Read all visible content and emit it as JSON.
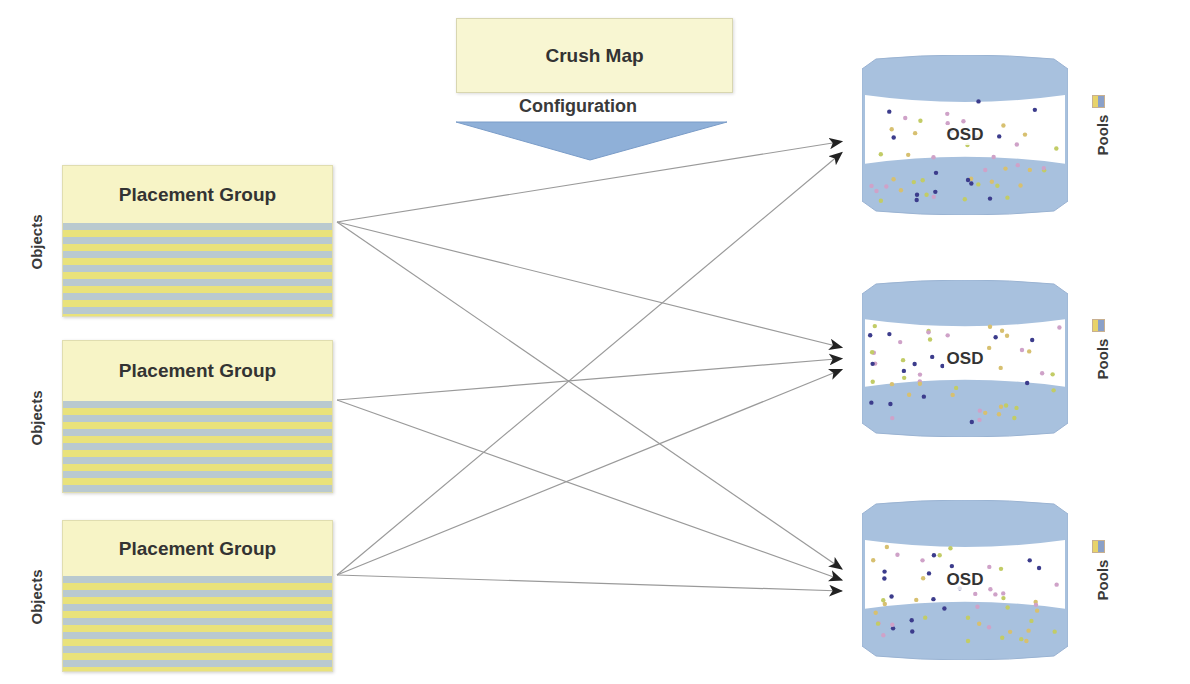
{
  "diagram": {
    "nodes": [
      {
        "text": [
          "Crush Map"
        ]
      },
      {
        "text": [
          "Placement Group",
          "Objects"
        ]
      },
      {
        "text": [
          "Placement Group",
          "Objects"
        ]
      },
      {
        "text": [
          "Placement Group",
          "Objects"
        ]
      },
      {
        "text": [
          "OSD",
          "Pools"
        ]
      },
      {
        "text": [
          "OSD",
          "Pools"
        ]
      },
      {
        "text": [
          "OSD",
          "Pools"
        ]
      }
    ],
    "edges": [
      {
        "from": 1,
        "to": 4,
        "arrow": "to"
      },
      {
        "from": 1,
        "to": 5,
        "arrow": "to"
      },
      {
        "from": 1,
        "to": 6,
        "arrow": "to"
      },
      {
        "from": 2,
        "to": 5,
        "arrow": "to"
      },
      {
        "from": 2,
        "to": 6,
        "arrow": "to"
      },
      {
        "from": 3,
        "to": 4,
        "arrow": "to"
      },
      {
        "from": 3,
        "to": 5,
        "arrow": "to"
      },
      {
        "from": 3,
        "to": 6,
        "arrow": "to"
      }
    ],
    "labels": [
      "Configuration"
    ]
  }
}
